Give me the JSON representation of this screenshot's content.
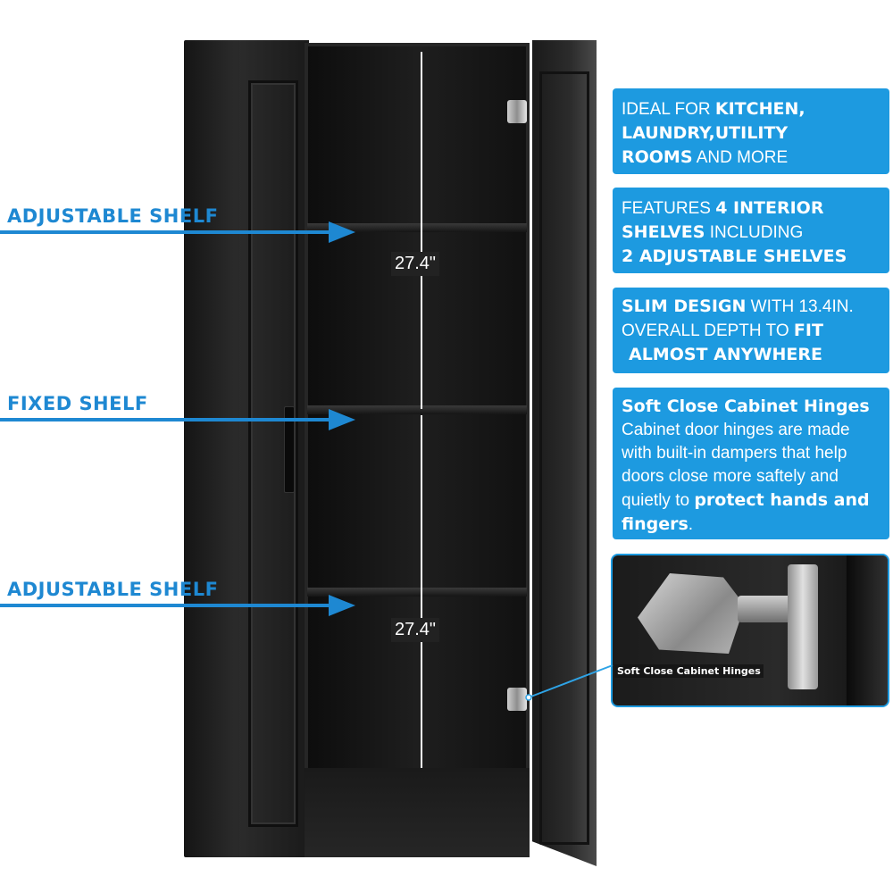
{
  "labels": {
    "adjustable_shelf_top": "ADJUSTABLE SHELF",
    "fixed_shelf": "FIXED SHELF",
    "adjustable_shelf_bottom": "ADJUSTABLE SHELF"
  },
  "dimensions": {
    "upper": "27.4\"",
    "lower": "27.4\""
  },
  "features": {
    "box1": {
      "t1": "IDEAL FOR ",
      "b1": "KITCHEN,",
      "b2": "LAUNDRY,UTILITY",
      "b3": "ROOMS",
      "t2": " AND MORE"
    },
    "box2": {
      "t1": "FEATURES ",
      "b1": "4 INTERIOR",
      "b2": "SHELVES",
      "t2": " INCLUDING",
      "b3": "2 ADJUSTABLE SHELVES"
    },
    "box3": {
      "b1": "SLIM DESIGN",
      "t1": " WITH 13.4IN.",
      "t2": "OVERALL DEPTH TO ",
      "b2": "FIT",
      "b3": "ALMOST ANYWHERE"
    },
    "box4": {
      "title": "Soft Close Cabinet Hinges",
      "t1": "Cabinet door hinges are made",
      "t2": "with built-in dampers that help",
      "t3": "doors close more saftely and",
      "t4": "quietly to ",
      "b1": "protect hands and",
      "b2": "fingers",
      "t5": "."
    }
  },
  "hinge_inset": {
    "caption": "Soft Close Cabinet Hinges"
  },
  "colors": {
    "accent": "#1d9ae0",
    "cabinet": "#1b1b1b"
  }
}
